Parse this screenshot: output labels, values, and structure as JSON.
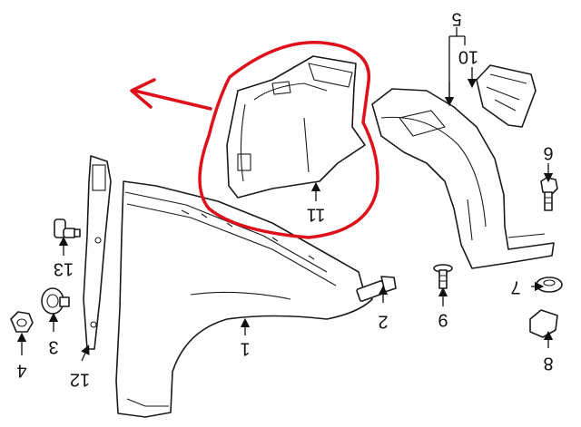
{
  "diagram": {
    "highlight_color": "#e0101a",
    "line_color": "#1a1a1a",
    "callouts": [
      {
        "id": "1",
        "label": "1"
      },
      {
        "id": "2",
        "label": "2"
      },
      {
        "id": "3",
        "label": "3"
      },
      {
        "id": "4",
        "label": "4"
      },
      {
        "id": "5",
        "label": "5"
      },
      {
        "id": "6",
        "label": "6"
      },
      {
        "id": "7",
        "label": "7"
      },
      {
        "id": "8",
        "label": "8"
      },
      {
        "id": "9",
        "label": "9"
      },
      {
        "id": "10",
        "label": "10"
      },
      {
        "id": "11",
        "label": "11"
      },
      {
        "id": "12",
        "label": "12"
      },
      {
        "id": "13",
        "label": "13"
      }
    ]
  }
}
